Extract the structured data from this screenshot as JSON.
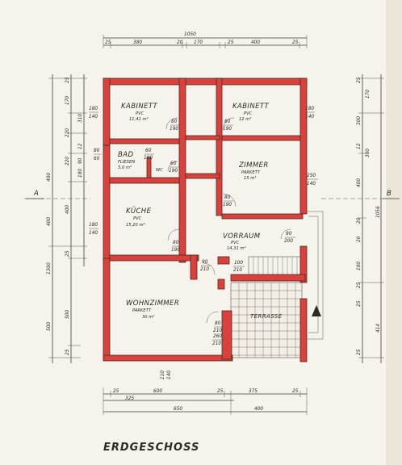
{
  "title": "ERDGESCHOSS",
  "rooms": [
    {
      "name": "KABINETT",
      "floor": "PVC",
      "area": "11,41 m²"
    },
    {
      "name": "KABINETT",
      "floor": "PVC",
      "area": "12 m²"
    },
    {
      "name": "BAD",
      "floor": "FLIESEN",
      "area": "5,0 m²"
    },
    {
      "name": "ZIMMER",
      "floor": "PARKETT",
      "area": "15 m²"
    },
    {
      "name": "KÜCHE",
      "floor": "PVC",
      "area": "15,20 m²"
    },
    {
      "name": "VORRAUM",
      "floor": "PVC",
      "area": "14,31 m²"
    },
    {
      "name": "WOHNZIMMER",
      "floor": "PARKETT",
      "area": "30 m²"
    },
    {
      "name": "TERRASSE",
      "floor": "",
      "area": ""
    }
  ],
  "wc_label": "WC",
  "section_marks": {
    "left": "A",
    "right": "B"
  },
  "dims_top": {
    "total": "1050",
    "parts": [
      "25",
      "380",
      "20",
      "170",
      "25",
      "400",
      "25"
    ]
  },
  "dims_bottom_row1": [
    "25",
    "600",
    "25",
    "375",
    "25"
  ],
  "dims_bottom_row2": [
    "325"
  ],
  "dims_bottom_row3": [
    "650",
    "400"
  ],
  "dims_left_outer": [
    "400",
    "400",
    "1300",
    "500"
  ],
  "dims_left_inner": [
    "25",
    "170",
    "220",
    "220",
    "400",
    "25",
    "500",
    "25"
  ],
  "dims_left_mid": [
    "310",
    "12",
    "90",
    "180"
  ],
  "dims_right_outer": [
    "1056",
    "414"
  ],
  "dims_right_inner": [
    "25",
    "170",
    "300",
    "12",
    "360",
    "400",
    "20",
    "20",
    "100",
    "25",
    "25",
    "25"
  ],
  "openings": [
    {
      "w": "180",
      "h": "140"
    },
    {
      "w": "180",
      "h": "140"
    },
    {
      "w": "80",
      "h": "60"
    },
    {
      "w": "250",
      "h": "140"
    },
    {
      "w": "180",
      "h": "140"
    },
    {
      "w": "80",
      "h": "190"
    },
    {
      "w": "80",
      "h": "190"
    },
    {
      "w": "60",
      "h": "190"
    },
    {
      "w": "60",
      "h": "190"
    },
    {
      "w": "80",
      "h": "190"
    },
    {
      "w": "80",
      "h": "190"
    },
    {
      "w": "90",
      "h": "200"
    },
    {
      "w": "90",
      "h": "210"
    },
    {
      "w": "100",
      "h": "210"
    },
    {
      "w": "80",
      "h": "210"
    },
    {
      "w": "260",
      "h": "210"
    },
    {
      "w": "110",
      "h": "140"
    }
  ],
  "colors": {
    "wall": "#d9413d",
    "ink": "#3d3a36",
    "paper": "#f6f3ec"
  }
}
